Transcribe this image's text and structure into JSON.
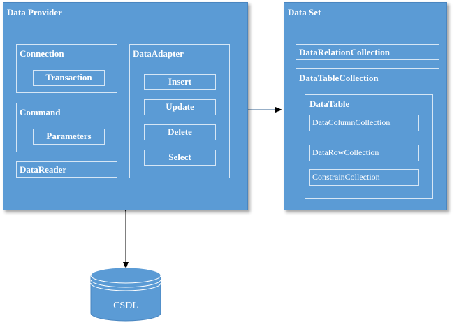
{
  "data_provider": {
    "title": "Data Provider",
    "connection": {
      "label": "Connection",
      "transaction": "Transaction"
    },
    "command": {
      "label": "Command",
      "parameters": "Parameters"
    },
    "data_reader": "DataReader",
    "data_adapter": {
      "label": "DataAdapter",
      "buttons": [
        "Insert",
        "Update",
        "Delete",
        "Select"
      ]
    }
  },
  "data_set": {
    "title": "Data Set",
    "relation_collection": "DataRelationCollection",
    "table_collection": {
      "label": "DataTableCollection",
      "data_table": {
        "label": "DataTable",
        "items": [
          "DataColumnCollection",
          "DataRowCollection",
          "ConstrainCollection"
        ]
      }
    }
  },
  "database": {
    "label": "CSDL"
  },
  "colors": {
    "panel": "#5b9bd5",
    "text": "#ffffff",
    "connector": "#000000"
  }
}
